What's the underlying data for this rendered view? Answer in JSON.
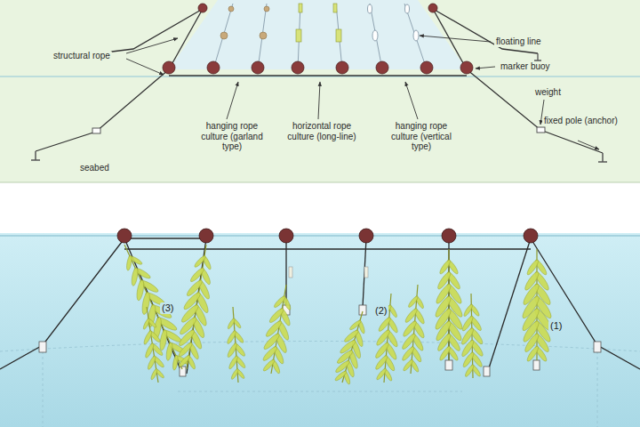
{
  "diagram": {
    "labels": [
      "floating line",
      "marker buoy",
      "structural rope",
      "weight",
      "fixed pole (anchor)",
      "hanging rope culture (garland type)",
      "horizontal rope culture (long-line)",
      "hanging rope culture (vertical type)",
      "seabed",
      "(1)",
      "(2)",
      "(3)"
    ]
  }
}
